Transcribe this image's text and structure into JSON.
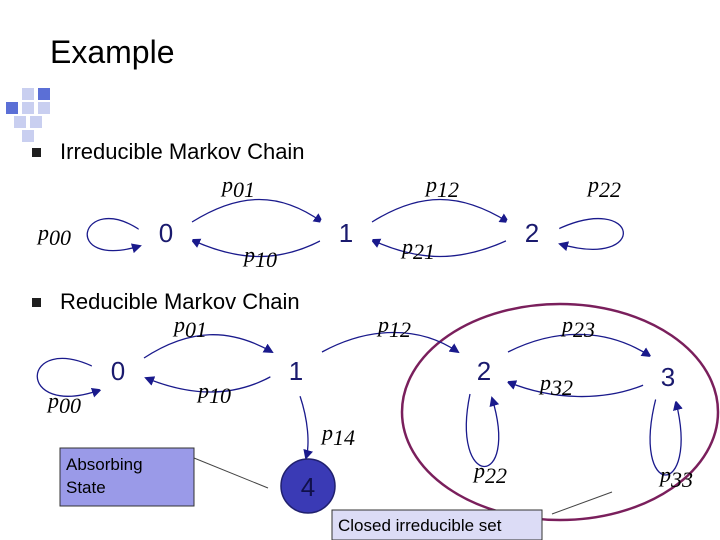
{
  "slide": {
    "title": "Example",
    "bullets": [
      "Irreducible Markov Chain",
      "Reducible Markov Chain"
    ]
  },
  "colors": {
    "node_fill": "#3a3ab5",
    "node_dark": "#20206e",
    "edge": "#1a1a8c",
    "absorbing_box": "#9a9ae8",
    "closed_box": "#dcdcf6",
    "closed_outline": "#7a1f5c",
    "corner_blue": "#5b6fd6",
    "corner_light": "#c9cff0"
  },
  "irreducible": {
    "nodes": [
      "0",
      "1",
      "2"
    ],
    "labels": [
      {
        "p": "p",
        "sub": "00"
      },
      {
        "p": "p",
        "sub": "01"
      },
      {
        "p": "p",
        "sub": "10"
      },
      {
        "p": "p",
        "sub": "12"
      },
      {
        "p": "p",
        "sub": "21"
      },
      {
        "p": "p",
        "sub": "22"
      }
    ]
  },
  "reducible": {
    "nodes": [
      "0",
      "1",
      "2",
      "3",
      "4"
    ],
    "labels": [
      {
        "p": "p",
        "sub": "00"
      },
      {
        "p": "p",
        "sub": "01"
      },
      {
        "p": "p",
        "sub": "10"
      },
      {
        "p": "p",
        "sub": "12"
      },
      {
        "p": "p",
        "sub": "14"
      },
      {
        "p": "p",
        "sub": "22"
      },
      {
        "p": "p",
        "sub": "23"
      },
      {
        "p": "p",
        "sub": "32"
      },
      {
        "p": "p",
        "sub": "33"
      }
    ],
    "absorbing_label": [
      "Absorbing",
      "State"
    ],
    "closed_label": "Closed irreducible set"
  }
}
